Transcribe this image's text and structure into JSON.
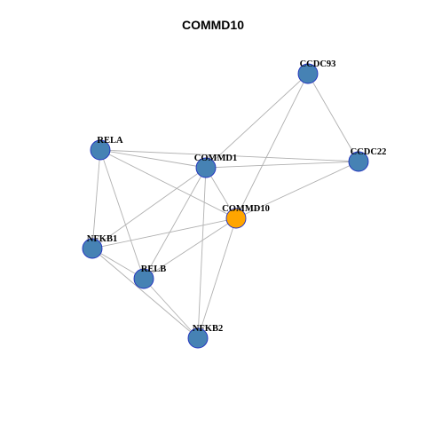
{
  "title": "COMMD10",
  "colors": {
    "node_default": "#4682b4",
    "node_focus": "#ffa500",
    "node_stroke": "#1f2fbf",
    "edge": "#b0b0b0"
  },
  "nodes": [
    {
      "id": "CCDC93",
      "label": "CCDC93",
      "focus": false
    },
    {
      "id": "RELA",
      "label": "RELA",
      "focus": false
    },
    {
      "id": "COMMD1",
      "label": "COMMD1",
      "focus": false
    },
    {
      "id": "CCDC22",
      "label": "CCDC22",
      "focus": false
    },
    {
      "id": "COMMD10",
      "label": "COMMD10",
      "focus": true
    },
    {
      "id": "NFKB1",
      "label": "NFKB1",
      "focus": false
    },
    {
      "id": "RELB",
      "label": "RELB",
      "focus": false
    },
    {
      "id": "NFKB2",
      "label": "NFKB2",
      "focus": false
    }
  ],
  "edges": [
    [
      "CCDC93",
      "COMMD1"
    ],
    [
      "CCDC93",
      "CCDC22"
    ],
    [
      "CCDC93",
      "COMMD10"
    ],
    [
      "RELA",
      "COMMD1"
    ],
    [
      "RELA",
      "CCDC22"
    ],
    [
      "RELA",
      "COMMD10"
    ],
    [
      "RELA",
      "NFKB1"
    ],
    [
      "RELA",
      "RELB"
    ],
    [
      "COMMD1",
      "CCDC22"
    ],
    [
      "COMMD1",
      "COMMD10"
    ],
    [
      "COMMD1",
      "NFKB1"
    ],
    [
      "COMMD1",
      "RELB"
    ],
    [
      "COMMD1",
      "NFKB2"
    ],
    [
      "CCDC22",
      "COMMD10"
    ],
    [
      "COMMD10",
      "NFKB1"
    ],
    [
      "COMMD10",
      "RELB"
    ],
    [
      "COMMD10",
      "NFKB2"
    ],
    [
      "NFKB1",
      "RELB"
    ],
    [
      "NFKB1",
      "NFKB2"
    ],
    [
      "RELB",
      "NFKB2"
    ]
  ]
}
